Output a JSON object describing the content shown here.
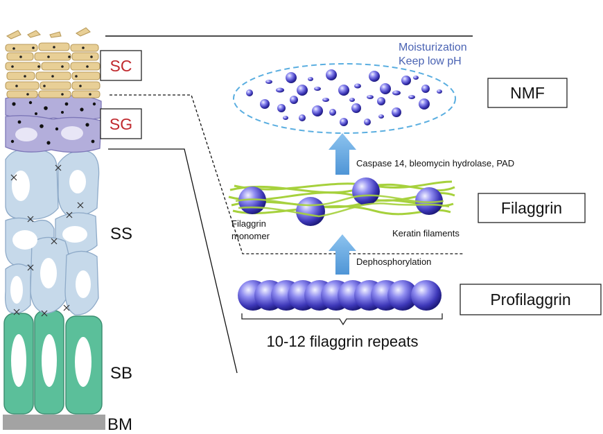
{
  "layers": {
    "sc": "SC",
    "sg": "SG",
    "ss": "SS",
    "sb": "SB",
    "bm": "BM"
  },
  "boxes": {
    "nmf": "NMF",
    "filaggrin": "Filaggrin",
    "profilaggrin": "Profilaggrin"
  },
  "annotations": {
    "moisturization": "Moisturization",
    "keep_low_ph": "Keep low pH",
    "caspase": "Caspase 14, bleomycin hydrolase, PAD",
    "filaggrin_monomer_1": "Filaggrin",
    "filaggrin_monomer_2": "monomer",
    "keratin_filaments": "Keratin filaments",
    "dephosphorylation": "Dephosphorylation",
    "repeats": "10-12 filaggrin repeats"
  },
  "colors": {
    "sc_cells": "#e8cf96",
    "sg_cells": "#b3aedb",
    "ss_cells": "#c6d9ea",
    "sb_cells": "#5bbf9a",
    "bm": "#a3a3a3",
    "sphere": "#4c46c8",
    "keratin": "#a6d13c",
    "arrow": "#67a9e3",
    "nmf_ellipse": "#5aaee0",
    "red_label": "#c0282d",
    "blue_label": "#4a63b3"
  }
}
